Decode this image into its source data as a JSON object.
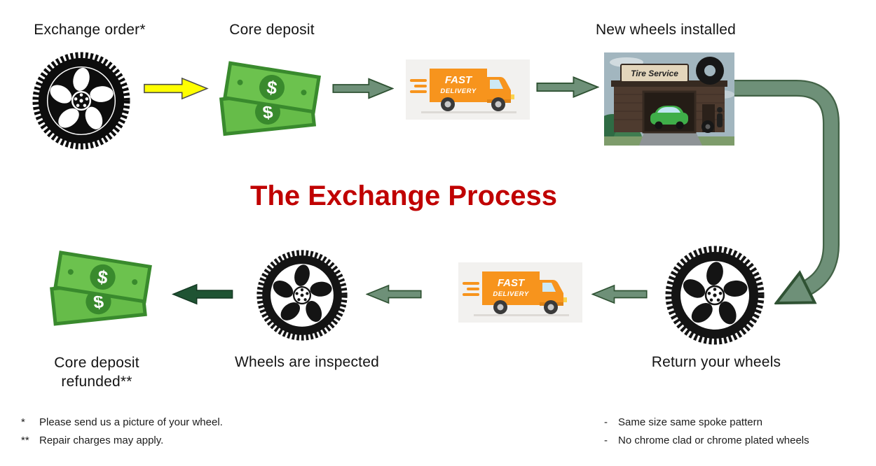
{
  "title": "The Exchange Process",
  "labels": {
    "exchange_order": "Exchange order*",
    "core_deposit": "Core deposit",
    "new_wheels_installed": "New wheels installed",
    "return_your_wheels": "Return your wheels",
    "wheels_are_inspected": "Wheels are inspected",
    "core_deposit_refunded": "Core deposit refunded**"
  },
  "truck": {
    "line1": "FAST",
    "line2": "DELIVERY"
  },
  "shop": {
    "sign": "Tire Service"
  },
  "money": {
    "symbol": "$"
  },
  "footnotes_left": [
    {
      "marker": "*",
      "text": "Please send us a picture of your wheel."
    },
    {
      "marker": "**",
      "text": "Repair charges may apply."
    }
  ],
  "footnotes_right": [
    {
      "marker": "-",
      "text": "Same size same spoke pattern"
    },
    {
      "marker": "-",
      "text": "No chrome clad or chrome plated wheels"
    }
  ],
  "colors": {
    "title_red": "#C00000",
    "arrow_yellow": "#FFFF00",
    "arrow_green": "#6E9078",
    "arrow_dark_green": "#1F5333",
    "money_green": "#66BC49",
    "money_dark_green": "#398A2D",
    "truck_orange": "#F7941D"
  }
}
